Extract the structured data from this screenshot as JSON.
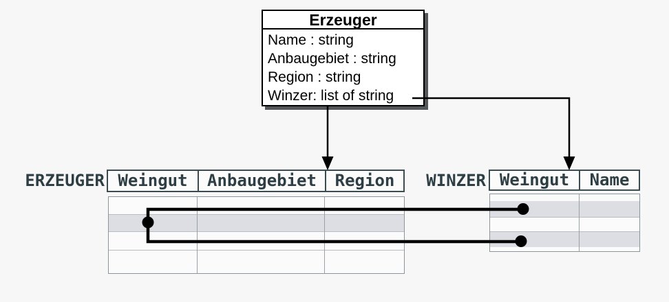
{
  "class_box": {
    "title": "Erzeuger",
    "attributes": [
      "Name : string",
      "Anbaugebiet : string",
      "Region : string",
      "Winzer: list of string"
    ]
  },
  "tables": {
    "erzeuger": {
      "label": "ERZEUGER",
      "columns": [
        "Weingut",
        "Anbaugebiet",
        "Region"
      ],
      "body_rows": 4,
      "highlighted_row_index": 2
    },
    "winzer": {
      "label": "WINZER",
      "columns": [
        "Weingut",
        "Name"
      ],
      "body_rows": 4,
      "highlighted_row_indices": [
        2,
        4
      ]
    }
  },
  "connections": {
    "arrow_from_class_bottom_to": "ERZEUGER header",
    "arrow_from_winzer_attribute_to": "WINZER header",
    "row_links": [
      "ERZEUGER highlighted row to WINZER highlighted row 1",
      "ERZEUGER highlighted row to WINZER highlighted row 2"
    ]
  },
  "colors": {
    "page_background": "#f7f7f8",
    "box_fill": "#ffffff",
    "box_border": "#000000",
    "box_shadow": "#54585b",
    "header_border": "#3b4b52",
    "header_text": "#2d3e44",
    "body_border": "#8a9499",
    "row_highlight": "#dcdee3",
    "connector": "#000000"
  }
}
